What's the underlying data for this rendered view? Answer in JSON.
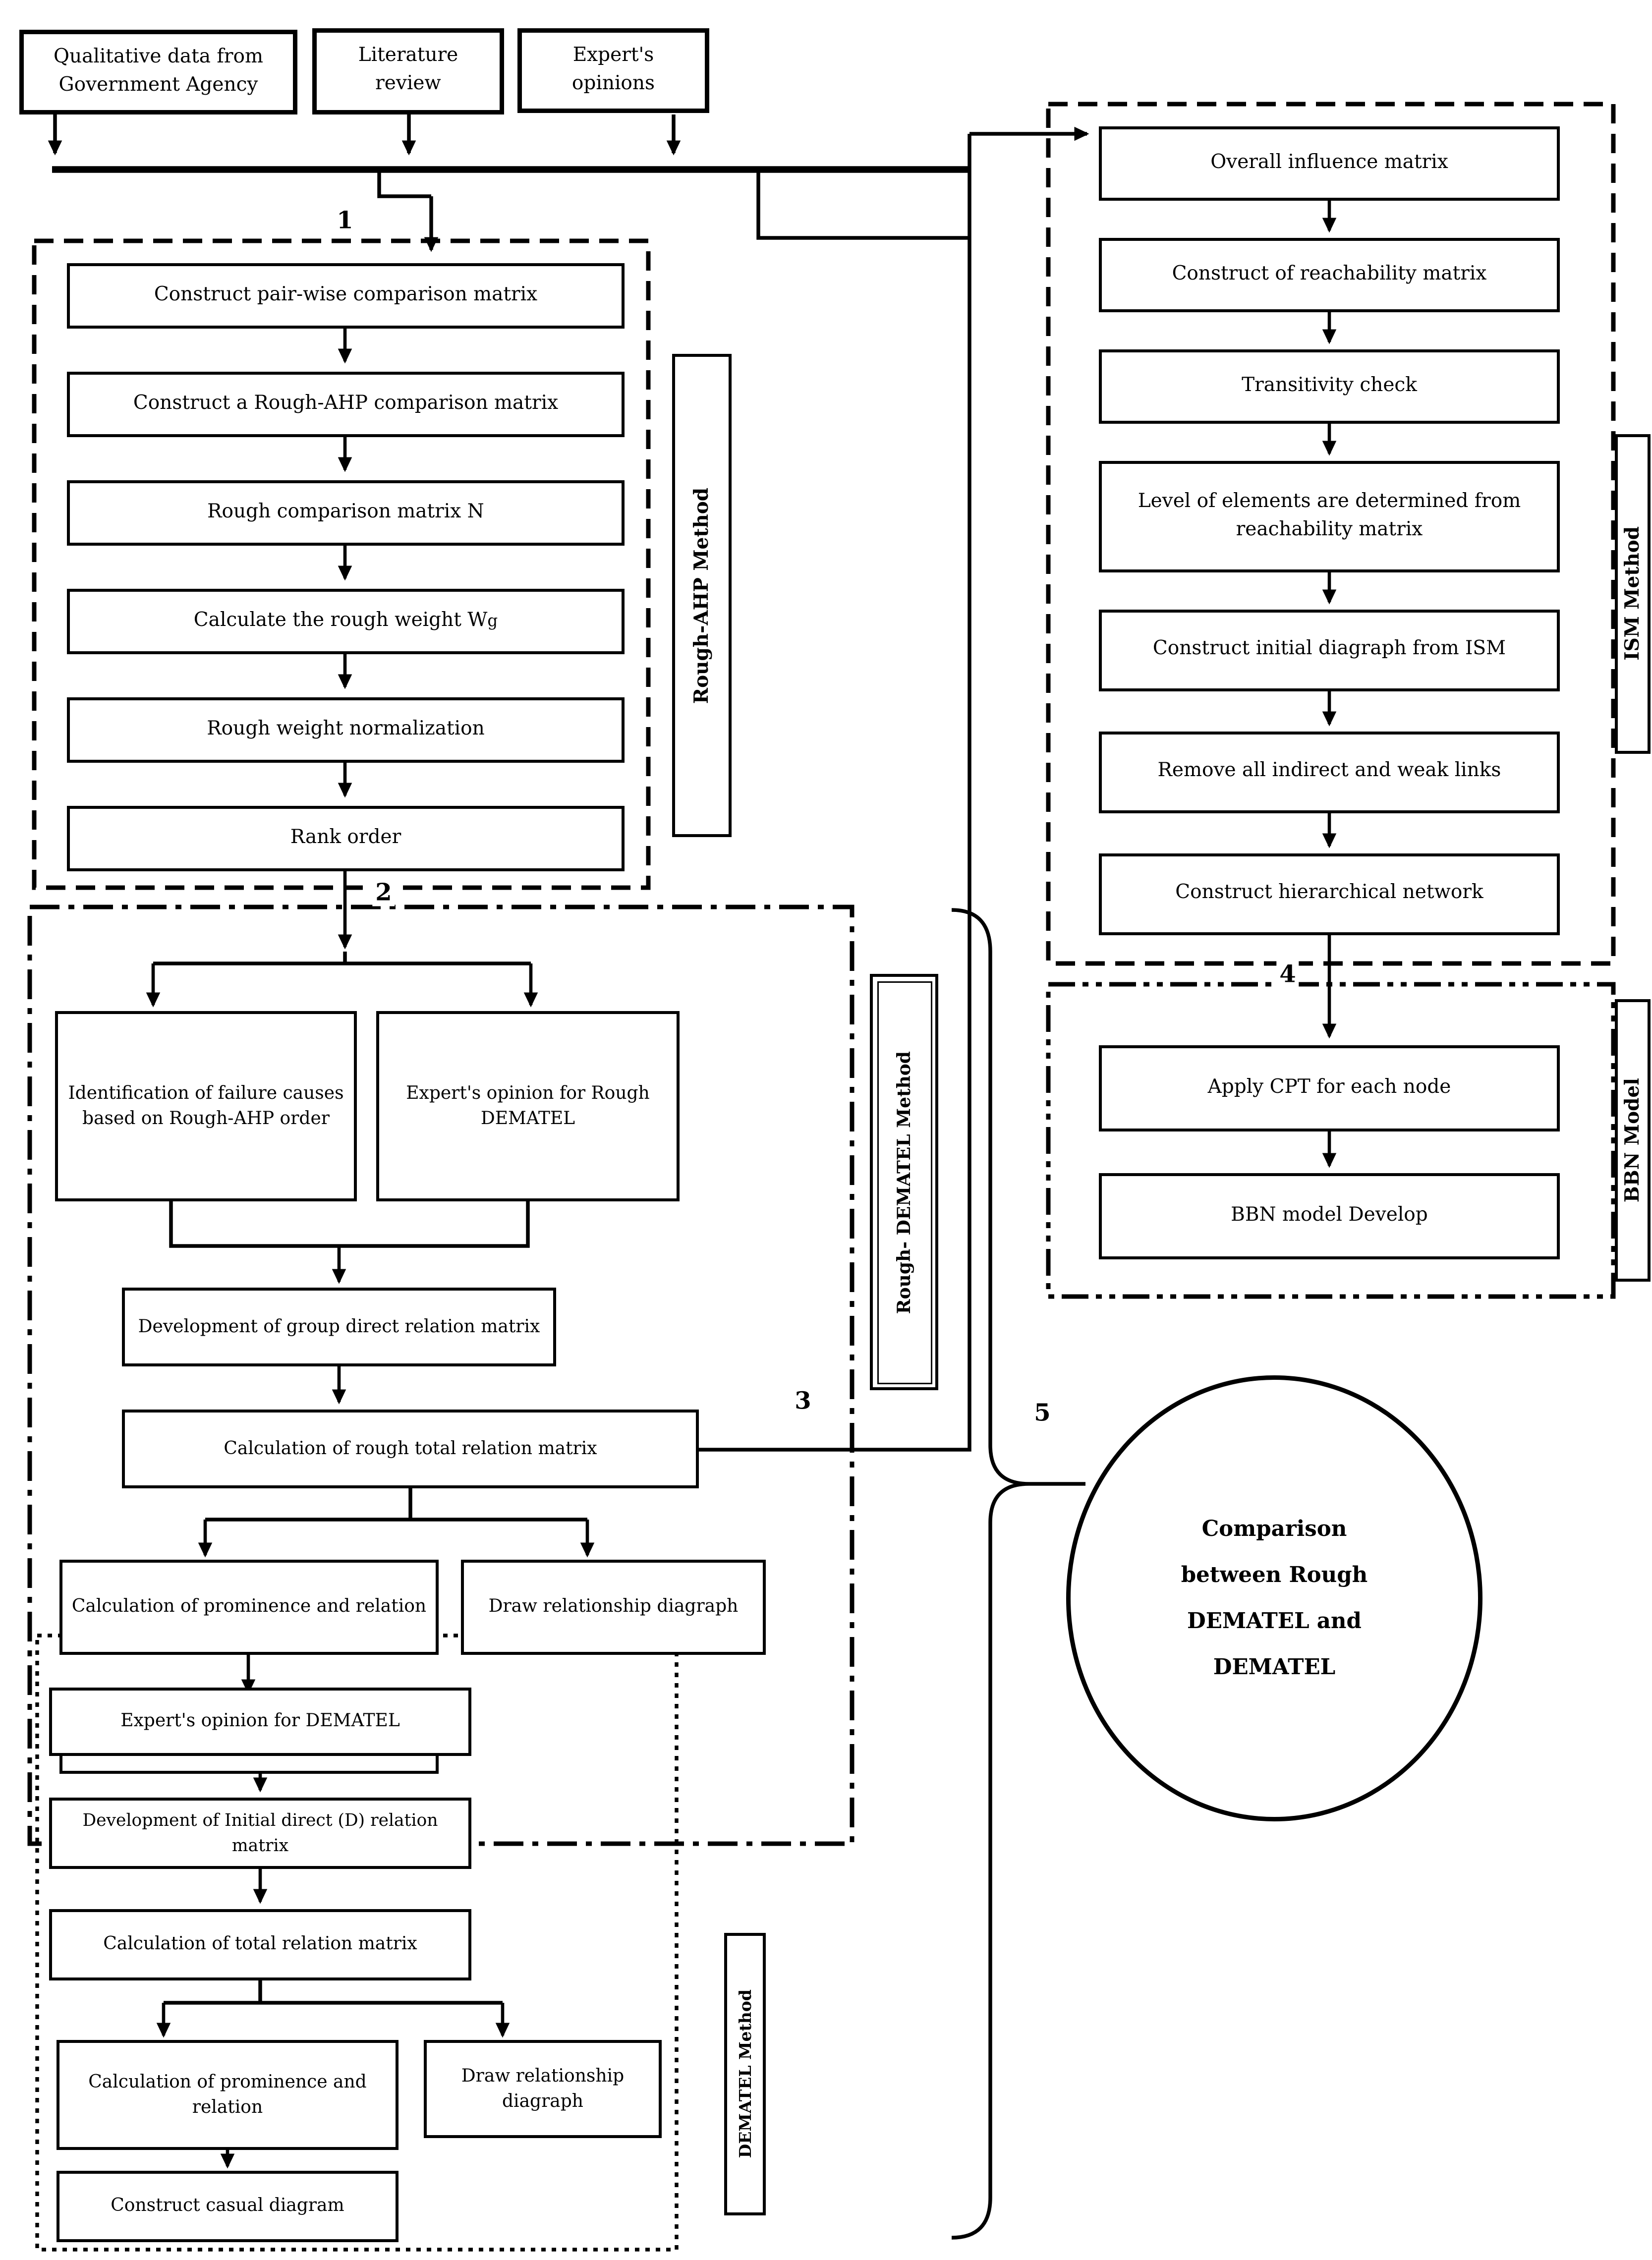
{
  "colors": {
    "ink": "#000000",
    "paper": "#ffffff"
  },
  "d": {
    "sources": [
      "Qualitative data from Government Agency",
      "Literature review",
      "Expert's opinions"
    ],
    "markers": {
      "m1": "1",
      "m2": "2",
      "m3": "3",
      "m4": "4",
      "m5": "5"
    },
    "rough_ahp": {
      "label": "Rough-AHP Method",
      "steps": [
        "Construct pair-wise comparison matrix",
        "Construct a Rough-AHP comparison matrix",
        "Rough comparison matrix N",
        "Calculate the rough weight W",
        "Rough weight normalization",
        "Rank order"
      ],
      "subscript": "g"
    },
    "rough_dematel": {
      "label": "Rough- DEMATEL Method",
      "inputs": [
        "Identification of failure causes based on Rough-AHP order",
        "Expert's opinion for Rough DEMATEL"
      ],
      "steps": [
        "Development of group direct relation matrix",
        "Calculation of rough total relation matrix",
        "Calculation of prominence and relation",
        "Draw relationship diagraph",
        "Construct casual diagram"
      ]
    },
    "ism": {
      "label": "ISM Method",
      "steps": [
        "Overall influence matrix",
        "Construct of reachability matrix",
        "Transitivity check",
        "Level of elements are determined from reachability matrix",
        "Construct initial diagraph from ISM",
        "Remove all indirect and weak links",
        "Construct hierarchical network"
      ]
    },
    "bbn": {
      "label": "BBN Model",
      "steps": [
        "Apply CPT for each node",
        "BBN model Develop"
      ]
    },
    "dematel": {
      "label": "DEMATEL Method",
      "steps": [
        "Expert's opinion for DEMATEL",
        "Development of Initial direct (D) relation matrix",
        "Calculation of total relation matrix",
        "Calculation of prominence and relation",
        "Draw relationship diagraph",
        "Construct casual diagram"
      ]
    },
    "comparison_lines": [
      "Comparison",
      "between Rough",
      "DEMATEL and",
      "DEMATEL"
    ]
  }
}
